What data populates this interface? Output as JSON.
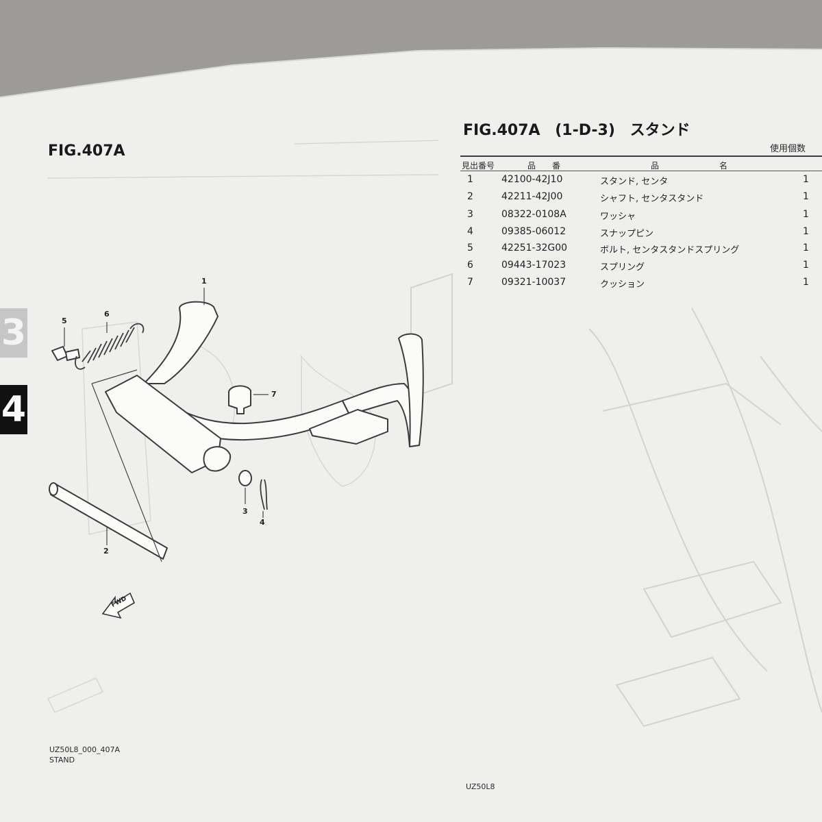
{
  "figure_label": "FIG.407A",
  "header": {
    "fig": "FIG.407A",
    "code": "(1-D-3)",
    "title": "スタンド"
  },
  "table": {
    "usage_header": "使用個数",
    "col_no": "見出番号",
    "col_part": "品　　番",
    "col_name_1": "品",
    "col_name_2": "名",
    "rows": [
      {
        "no": "1",
        "part": "42100-42J10",
        "name": "スタンド, センタ",
        "qty": "1"
      },
      {
        "no": "2",
        "part": "42211-42J00",
        "name": "シャフト, センタスタンド",
        "qty": "1"
      },
      {
        "no": "3",
        "part": "08322-0108A",
        "name": "ワッシャ",
        "qty": "1"
      },
      {
        "no": "4",
        "part": "09385-06012",
        "name": "スナップピン",
        "qty": "1"
      },
      {
        "no": "5",
        "part": "42251-32G00",
        "name": "ボルト, センタスタンドスプリング",
        "qty": "1"
      },
      {
        "no": "6",
        "part": "09443-17023",
        "name": "スプリング",
        "qty": "1"
      },
      {
        "no": "7",
        "part": "09321-10037",
        "name": "クッション",
        "qty": "1"
      }
    ]
  },
  "side_tabs": [
    "3",
    "4"
  ],
  "callouts": [
    "1",
    "2",
    "3",
    "4",
    "5",
    "6",
    "7"
  ],
  "fwd_label": "FWD",
  "footer": {
    "code": "UZ50L8_000_407A",
    "name": "STAND",
    "page_model": "UZ50L8"
  },
  "colors": {
    "paper": "#f0f0ee",
    "ink": "#1f1f1f",
    "bleed": "#c8c8c6"
  }
}
